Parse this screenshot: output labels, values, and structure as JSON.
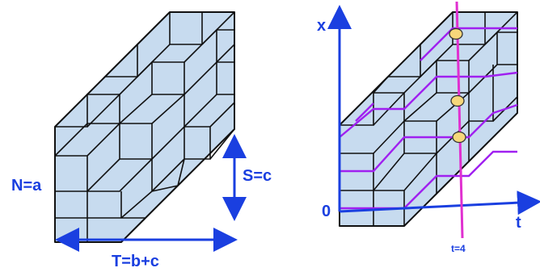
{
  "left_panel": {
    "labels": {
      "n": "N=a",
      "s": "S=c",
      "t": "T=b+c"
    }
  },
  "right_panel": {
    "labels": {
      "x_axis": "x",
      "t_axis": "t",
      "origin": "0",
      "time_line": "t=4"
    }
  },
  "colors": {
    "box_face": "#c7dbef",
    "box_edge": "#111111",
    "axis": "#1a3fe0",
    "path": "#a020f0",
    "time_line": "#e030d0",
    "marker": "#f6d77a"
  }
}
